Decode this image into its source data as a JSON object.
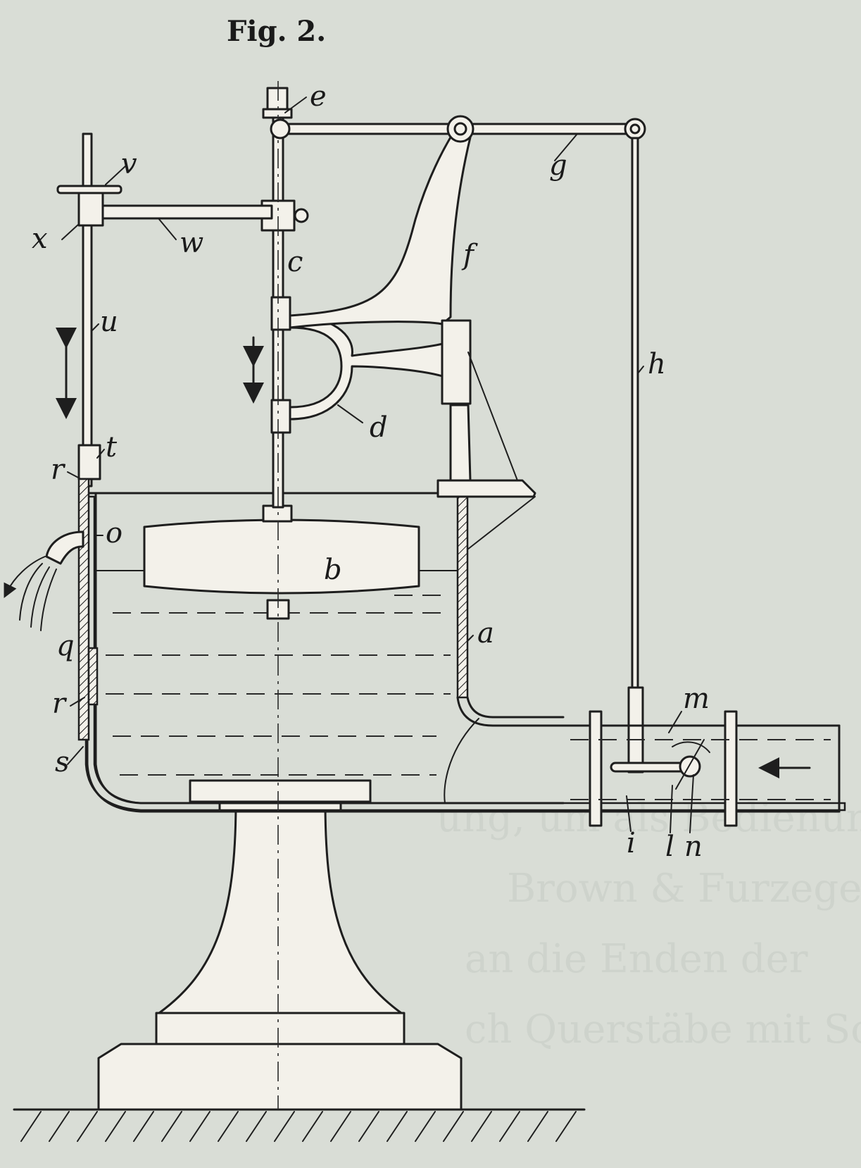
{
  "figure": {
    "title": "Fig. 2."
  },
  "labels": {
    "a": "a",
    "b": "b",
    "c": "c",
    "d": "d",
    "e": "e",
    "f": "f",
    "g": "g",
    "h": "h",
    "i": "i",
    "l": "l",
    "m": "m",
    "n": "n",
    "o": "o",
    "q": "q",
    "r_upper": "r",
    "r_lower": "r",
    "s": "s",
    "t": "t",
    "u": "u",
    "v": "v",
    "w": "w",
    "x": "x"
  },
  "colors": {
    "paper": "#d9ddd6",
    "ink": "#1e1e1e",
    "bleed": "#c6cbc4"
  }
}
